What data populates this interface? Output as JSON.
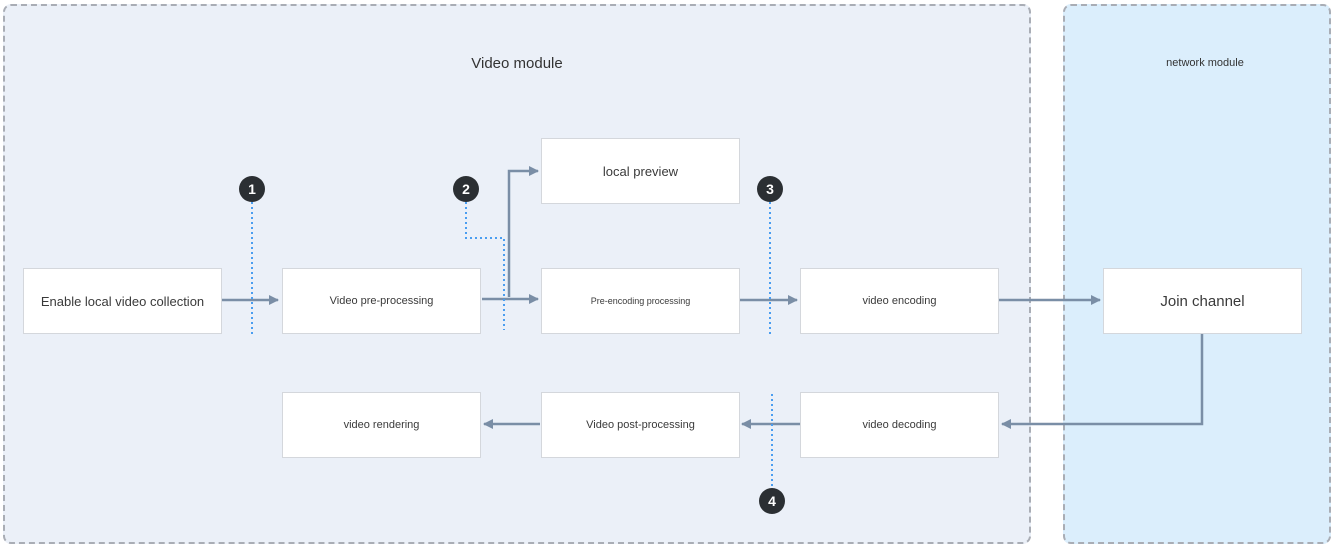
{
  "regions": {
    "video": {
      "title": "Video module"
    },
    "network": {
      "title": "network module"
    }
  },
  "nodes": {
    "enable_collection": "Enable local video collection",
    "pre_processing": "Video pre-processing",
    "local_preview": "local preview",
    "pre_encoding": "Pre-encoding processing",
    "encoding": "video encoding",
    "join_channel": "Join channel",
    "rendering": "video rendering",
    "post_processing": "Video post-processing",
    "decoding": "video decoding"
  },
  "markers": [
    "1",
    "2",
    "3",
    "4"
  ],
  "colors": {
    "arrow": "#7a8ea6",
    "dotted": "#4a9df0",
    "badge": "#2b2f33",
    "video_region": "#ebf0f8",
    "network_region": "#dbeefc"
  }
}
